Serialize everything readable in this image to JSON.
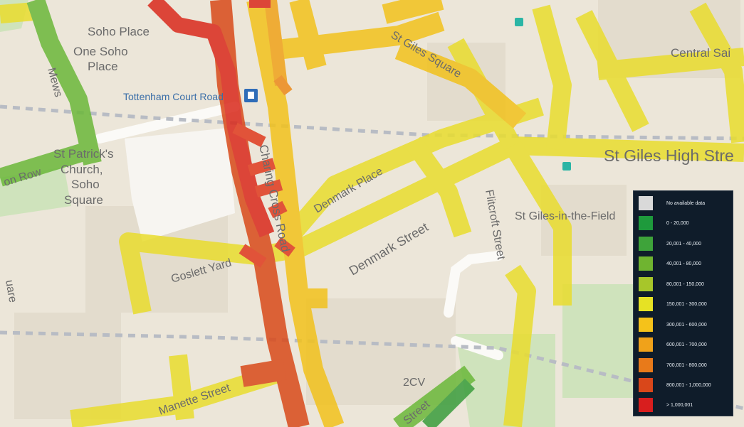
{
  "map": {
    "street_labels": [
      {
        "id": "soho-place",
        "text": "Soho Place"
      },
      {
        "id": "one-soho-place-1",
        "text": "One Soho"
      },
      {
        "id": "one-soho-place-2",
        "text": "Place"
      },
      {
        "id": "tottenham-court-road",
        "text": "Tottenham Court Road"
      },
      {
        "id": "central-saint",
        "text": "Central Sai"
      },
      {
        "id": "st-giles-square",
        "text": "St Giles Square"
      },
      {
        "id": "st-giles-high-street",
        "text": "St Giles High Stre"
      },
      {
        "id": "st-patricks-1",
        "text": "St Patrick's"
      },
      {
        "id": "st-patricks-2",
        "text": "Church,"
      },
      {
        "id": "soho-square-1",
        "text": "Soho"
      },
      {
        "id": "soho-square-2",
        "text": "Square"
      },
      {
        "id": "sutton-row",
        "text": "on Row"
      },
      {
        "id": "denmark-place",
        "text": "Denmark Place"
      },
      {
        "id": "denmark-street",
        "text": "Denmark Street"
      },
      {
        "id": "flitcroft-street",
        "text": "Flitcroft Street"
      },
      {
        "id": "st-giles-in-the-fields",
        "text": "St Giles-in-the-Field"
      },
      {
        "id": "goslett-yard",
        "text": "Goslett Yard"
      },
      {
        "id": "charing-cross-road",
        "text": "Charing Cross Road"
      },
      {
        "id": "manette-street",
        "text": "Manette Street"
      },
      {
        "id": "2cv",
        "text": "2CV"
      },
      {
        "id": "stacey-street",
        "text": "Street"
      },
      {
        "id": "mews",
        "text": "Mews"
      },
      {
        "id": "square-left",
        "text": "uare"
      }
    ]
  },
  "legend": {
    "items": [
      {
        "label": "No available data",
        "color": "#d9d9d9"
      },
      {
        "label": "0 - 20,000",
        "color": "#1e9a3c"
      },
      {
        "label": "20,001 - 40,000",
        "color": "#3ea33a"
      },
      {
        "label": "40,001 - 80,000",
        "color": "#6fb430"
      },
      {
        "label": "80,001 - 150,000",
        "color": "#a7c62a"
      },
      {
        "label": "150,001 - 300,000",
        "color": "#e6e224"
      },
      {
        "label": "300,001 - 600,000",
        "color": "#f5c21a"
      },
      {
        "label": "600,001 - 700,000",
        "color": "#f0a21a"
      },
      {
        "label": "700,001 - 800,000",
        "color": "#e87a1a"
      },
      {
        "label": "800,001 - 1,000,000",
        "color": "#d9471a"
      },
      {
        "label": "> 1,000,001",
        "color": "#d81e1e"
      }
    ]
  }
}
